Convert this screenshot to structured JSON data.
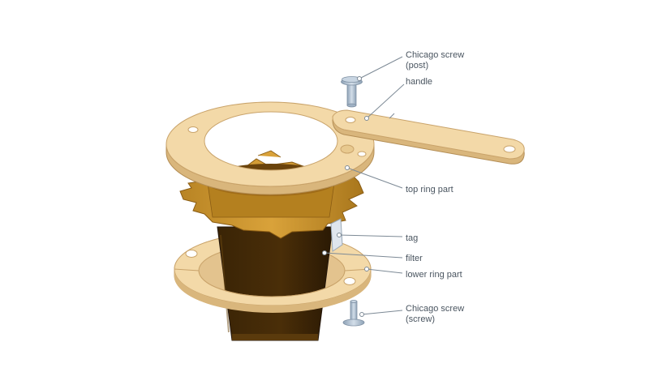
{
  "diagram": {
    "labels": {
      "chicago_screw_post_line1": "Chicago screw",
      "chicago_screw_post_line2": "(post)",
      "handle": "handle",
      "top_ring_part": "top ring part",
      "tag": "tag",
      "filter": "filter",
      "lower_ring_part": "lower ring part",
      "chicago_screw_screw_line1": "Chicago screw",
      "chicago_screw_screw_line2": "(screw)"
    },
    "colors": {
      "ring": "#f3d9a8",
      "ring_edge": "#c9a36a",
      "filter_paper": "#c9932b",
      "filter_dark": "#3c2408",
      "screw_metal": "#aebfd0",
      "leader_line": "#7d8a96"
    }
  }
}
